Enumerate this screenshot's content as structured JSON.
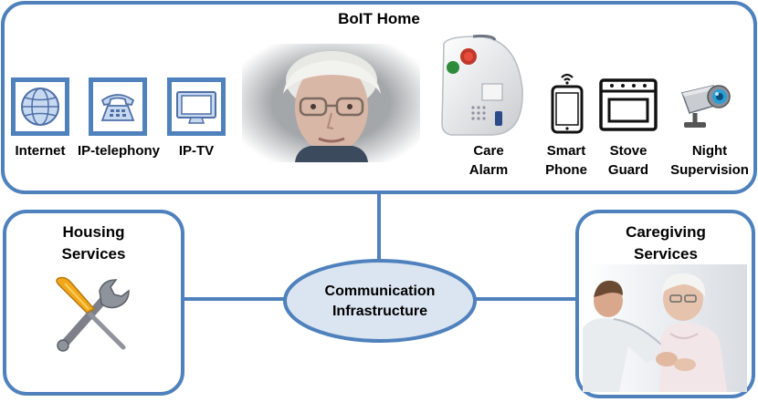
{
  "home": {
    "title": "BoIT Home",
    "services": [
      {
        "label": "Internet",
        "icon": "globe-icon"
      },
      {
        "label": "IP-telephony",
        "icon": "telephone-icon"
      },
      {
        "label": "IP-TV",
        "icon": "tv-icon"
      }
    ],
    "devices": [
      {
        "line1": "Care",
        "line2": "Alarm",
        "icon": "care-alarm-icon"
      },
      {
        "line1": "Smart",
        "line2": "Phone",
        "icon": "smartphone-icon"
      },
      {
        "line1": "Stove",
        "line2": "Guard",
        "icon": "stove-icon"
      },
      {
        "line1": "Night",
        "line2": "Supervision",
        "icon": "camera-icon"
      }
    ]
  },
  "housing": {
    "line1": "Housing",
    "line2": "Services",
    "icon": "tools-icon"
  },
  "caregiving": {
    "line1": "Caregiving",
    "line2": "Services"
  },
  "hub": {
    "line1": "Communication",
    "line2": "Infrastructure"
  },
  "colors": {
    "border": "#4f81bd",
    "icon_bg": "#4f81bd",
    "hub_fill": "#dbe5f1"
  }
}
